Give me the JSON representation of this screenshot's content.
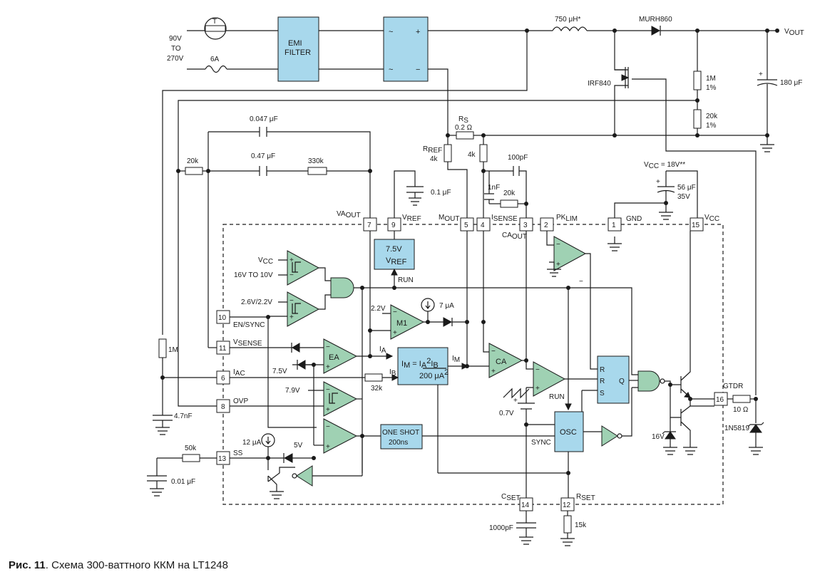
{
  "labels": {
    "vin_top": "90V",
    "vin_mid": "TO",
    "vin_bot": "270V",
    "fuse": "6A",
    "thermistor": "T",
    "emi_l1": "EMI",
    "emi_l2": "FILTER",
    "bridge_plus": "+",
    "bridge_minus": "−",
    "bridge_ac": "~",
    "inductor": "750 μH*",
    "diode_out": "MURH860",
    "vout": "V",
    "vout_sub": "OUT",
    "mosfet": "IRF840",
    "r1m_a": "1M",
    "r1m_b": "1%",
    "r20k_a": "20k",
    "r20k_b": "1%",
    "cout": "180 μF",
    "cout_plus": "+",
    "rs": "R",
    "rs_sub": "S",
    "rs_val": "0.2 Ω",
    "rref": "R",
    "rref_sub": "REF",
    "rref_val": "4k",
    "r4k": "4k",
    "c47n": "0.047 μF",
    "c470n": "0.47 μF",
    "r20k_ea": "20k",
    "r330k": "330k",
    "c100n": "0.1 μF",
    "c100p": "100pF",
    "c1n": "1nF",
    "r20k_ca": "20k",
    "vcc18": "V",
    "vcc18_sub": "CC",
    "vcc18_val": " = 18V**",
    "c56u_a": "56 μF",
    "c56u_b": "35V",
    "c56_plus": "+",
    "pin7_lbl": "VA",
    "pin7_sub": "OUT",
    "pin9_lbl": "V",
    "pin9_sub": "REF",
    "pin5_lbl": "M",
    "pin5_sub": "OUT",
    "pin4_lbl": "I",
    "pin4_sub": "SENSE",
    "pin3_lbl": "CA",
    "pin3_sub": "OUT",
    "pin2_lbl": "PK",
    "pin2_sub": "LIM",
    "pin1_lbl": "GND",
    "pin15_lbl": "V",
    "pin15_sub": "CC",
    "pin10_lbl": "EN/SYNC",
    "pin11_lbl": "V",
    "pin11_sub": "SENSE",
    "pin6_lbl": "I",
    "pin6_sub": "AC",
    "pin8_lbl": "OVP",
    "pin13_lbl": "SS",
    "pin14_lbl": "C",
    "pin14_sub": "SET",
    "pin12_lbl": "R",
    "pin12_sub": "SET",
    "pin16_lbl": "GTDR",
    "vref_l1": "7.5V",
    "vref_l2": "V",
    "vref_l2_sub": "REF",
    "run1": "RUN",
    "run2": "RUN",
    "cmp1_vcc": "V",
    "cmp1_vcc_sub": "CC",
    "cmp1_thr": "16V TO 10V",
    "cmp2_thr": "2.6V/2.2V",
    "m1": "M1",
    "m1_ref": "2.2V",
    "i7u": "7 μA",
    "ea": "EA",
    "ea_ref": "7.5V",
    "ia": "I",
    "ia_sub": "A",
    "ib": "I",
    "ib_sub": "B",
    "im": "I",
    "im_sub": "M",
    "mult_lhs": "I",
    "mult_lhs_sub": "M",
    "mult_eq": " = ",
    "mult_num": "I",
    "mult_num_sub": "A",
    "mult_num_sup": "2",
    "mult_num_b": "I",
    "mult_num_b_sub": "B",
    "mult_den": "200 μA",
    "mult_den_sup": "2",
    "r32k": "32k",
    "ca": "CA",
    "ovp_ref": "7.9V",
    "ss_ref": "5V",
    "i12u": "12 μA",
    "one_l1": "ONE SHOT",
    "one_l2": "200ns",
    "osc": "OSC",
    "sync": "SYNC",
    "ramp_ref": "0.7V",
    "ff_r1": "R",
    "ff_r2": "R",
    "ff_s": "S",
    "ff_q": "Q",
    "d16v": "16V",
    "r10": "10 Ω",
    "d1n5819": "1N5819",
    "r1m_iac": "1M",
    "c47n_iac": "4.7nF",
    "r50k": "50k",
    "c10n": "0.01 μF",
    "c1000p": "1000pF",
    "r15k": "15k",
    "plus": "+",
    "minus": "−",
    "pins": [
      "7",
      "9",
      "5",
      "4",
      "3",
      "2",
      "1",
      "15",
      "10",
      "11",
      "6",
      "8",
      "13",
      "14",
      "12",
      "16"
    ]
  },
  "caption": {
    "prefix": "Рис.",
    "number": "11",
    "text": ". Схема 300-ваттного ККМ на LT1248"
  }
}
